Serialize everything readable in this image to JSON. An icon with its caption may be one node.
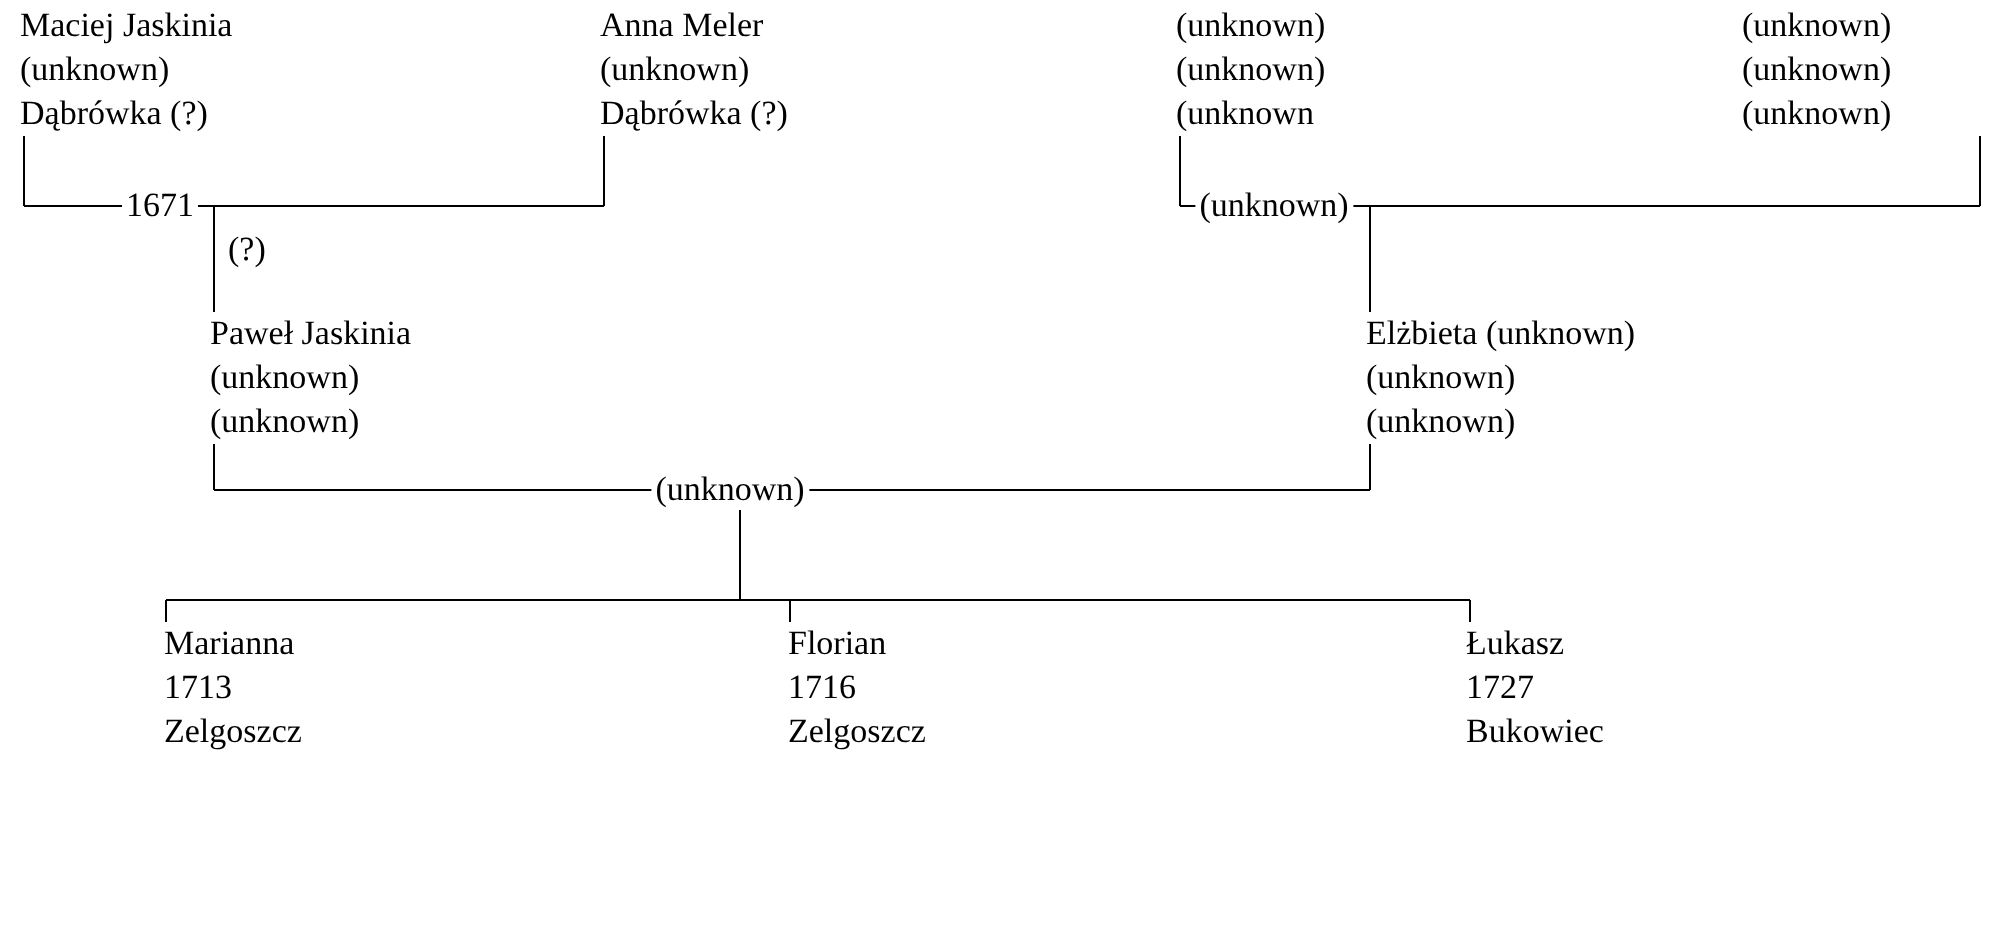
{
  "diagram": {
    "nodes": [
      {
        "text": [
          "Maciej Jaskinia",
          "(unknown)",
          "Dąbrówka (?)"
        ]
      },
      {
        "text": [
          "Anna Meler",
          "(unknown)",
          "Dąbrówka (?)"
        ]
      },
      {
        "text": [
          "(unknown)",
          "(unknown)",
          "(unknown"
        ]
      },
      {
        "text": [
          "(unknown)",
          "(unknown)",
          "(unknown)"
        ]
      },
      {
        "text": [
          "Paweł Jaskinia",
          "(unknown)",
          "(unknown)"
        ]
      },
      {
        "text": [
          "Elżbieta (unknown)",
          "(unknown)",
          "(unknown)"
        ]
      },
      {
        "text": [
          "Marianna",
          "1713",
          "Zelgoszcz"
        ]
      },
      {
        "text": [
          "Florian",
          "1716",
          "Zelgoszcz"
        ]
      },
      {
        "text": [
          "Łukasz",
          "1727",
          "Bukowiec"
        ]
      }
    ],
    "edges": [
      {
        "from": 0,
        "to": 1,
        "arrow": "none",
        "label": "1671"
      },
      {
        "from": 2,
        "to": 3,
        "arrow": "none",
        "label": "(unknown)"
      },
      {
        "from": 0,
        "to": 4,
        "arrow": "none"
      },
      {
        "from": 1,
        "to": 4,
        "arrow": "none",
        "label": "(?)"
      },
      {
        "from": 2,
        "to": 5,
        "arrow": "none"
      },
      {
        "from": 3,
        "to": 5,
        "arrow": "none"
      },
      {
        "from": 4,
        "to": 5,
        "arrow": "none",
        "label": "(unknown)"
      },
      {
        "from": 4,
        "to": 6,
        "arrow": "none"
      },
      {
        "from": 4,
        "to": 7,
        "arrow": "none"
      },
      {
        "from": 4,
        "to": 8,
        "arrow": "none"
      },
      {
        "from": 5,
        "to": 6,
        "arrow": "none"
      },
      {
        "from": 5,
        "to": 7,
        "arrow": "none"
      },
      {
        "from": 5,
        "to": 8,
        "arrow": "none"
      }
    ]
  }
}
